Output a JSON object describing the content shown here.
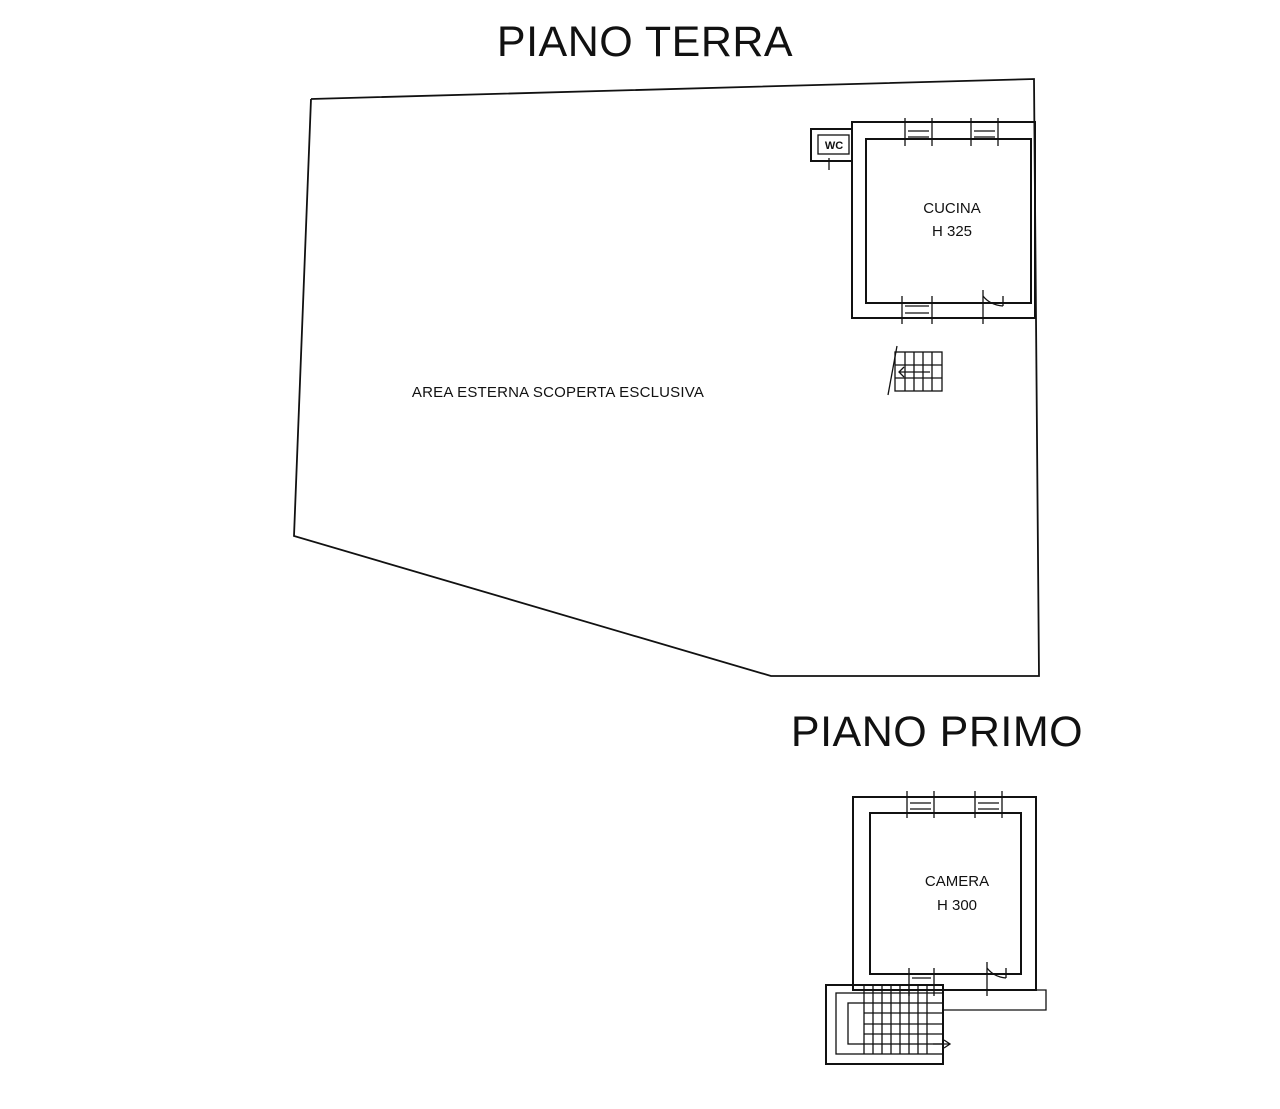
{
  "ground_floor": {
    "title": "PIANO TERRA",
    "outdoor_area_label": "AREA ESTERNA SCOPERTA ESCLUSIVA",
    "wc_label": "WC",
    "kitchen": {
      "name": "CUCINA",
      "height": "H 325"
    }
  },
  "first_floor": {
    "title": "PIANO PRIMO",
    "bedroom": {
      "name": "CAMERA",
      "height": "H 300"
    }
  }
}
